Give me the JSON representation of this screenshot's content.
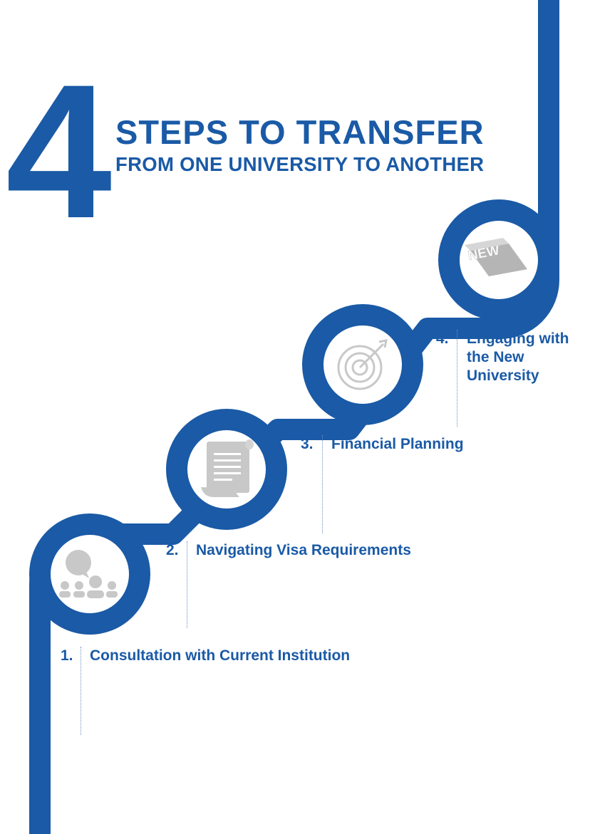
{
  "header": {
    "number": "4",
    "title": "STEPS TO TRANSFER",
    "subtitle": "FROM ONE UNIVERSITY TO ANOTHER"
  },
  "colors": {
    "primary": "#1a5aa6",
    "icon_gray": "#c8c8c8",
    "background": "#ffffff"
  },
  "steps": [
    {
      "number": "1.",
      "label": "Consultation with Current Institution",
      "icon": "meeting-people-icon"
    },
    {
      "number": "2.",
      "label": "Navigating Visa Requirements",
      "icon": "document-scroll-icon"
    },
    {
      "number": "3.",
      "label": "Financial Planning",
      "icon": "target-icon"
    },
    {
      "number": "4.",
      "label_lines": [
        "Engaging with",
        "the New",
        "University"
      ],
      "icon": "new-badge-icon"
    }
  ],
  "icons": {
    "new_badge_text": "NEW"
  }
}
